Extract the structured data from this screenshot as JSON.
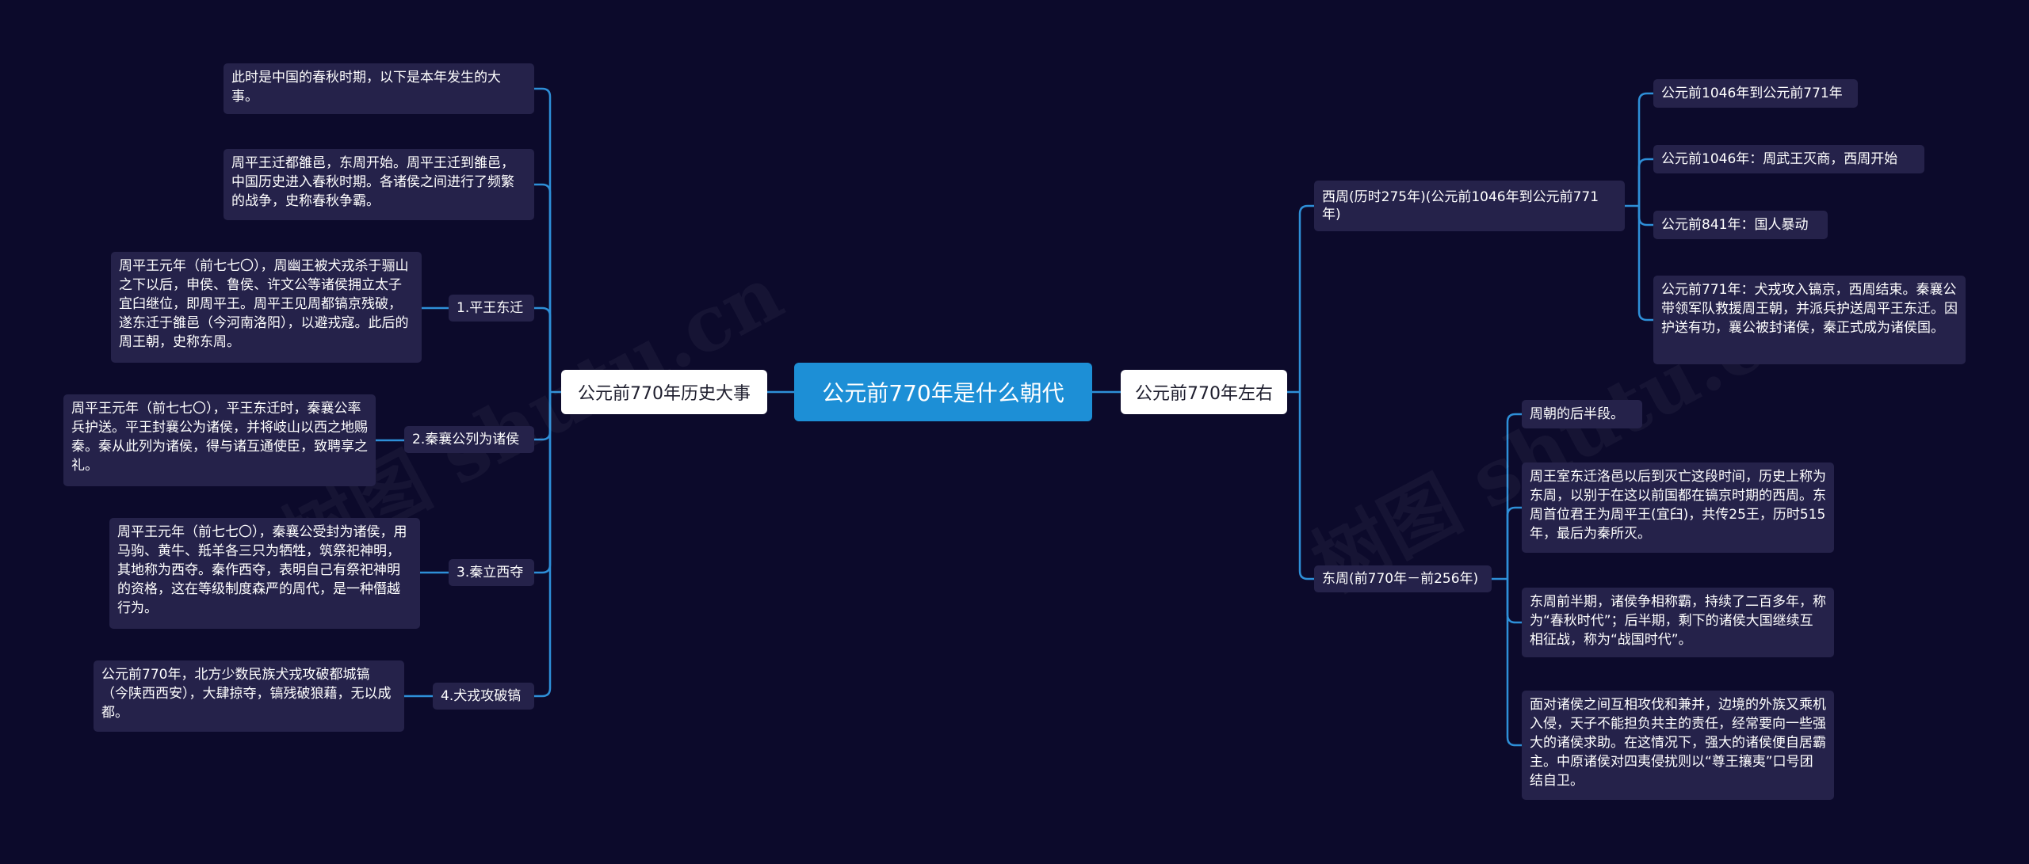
{
  "watermark": "树图 shutu.cn",
  "root": {
    "label": "公元前770年是什么朝代"
  },
  "left": {
    "label": "公元前770年历史大事",
    "top_note": "此时是中国的春秋时期，以下是本年发生的大事。",
    "second_note": "周平王迁都雒邑，东周开始。周平王迁到雒邑，中国历史进入春秋时期。各诸侯之间进行了频繁的战争，史称春秋争霸。",
    "items": [
      {
        "label": "1.平王东迁",
        "detail": "周平王元年（前七七〇），周幽王被犬戎杀于骊山之下以后，申侯、鲁侯、许文公等诸侯拥立太子宜臼继位，即周平王。周平王见周都镐京残破，遂东迁于雒邑（今河南洛阳），以避戎寇。此后的周王朝，史称东周。"
      },
      {
        "label": "2.秦襄公列为诸侯",
        "detail": "周平王元年（前七七〇），平王东迁时，秦襄公率兵护送。平王封襄公为诸侯，并将岐山以西之地赐秦。秦从此列为诸侯，得与诸互通使臣，致聘享之礼。"
      },
      {
        "label": "3.秦立西夺",
        "detail": "周平王元年（前七七〇），秦襄公受封为诸侯，用马驹、黄牛、羝羊各三只为牺牲，筑祭祀神明，其地称为西夺。秦作西夺，表明自己有祭祀神明的资格，这在等级制度森严的周代，是一种僭越行为。"
      },
      {
        "label": "4.犬戎攻破镐",
        "detail": "公元前770年，北方少数民族犬戎攻破都城镐（今陕西西安），大肆掠夺，镐残破狼藉，无以成都。"
      }
    ]
  },
  "right": {
    "label": "公元前770年左右",
    "western": {
      "label": "西周(历时275年)(公元前1046年到公元前771年)",
      "items": [
        "公元前1046年到公元前771年",
        "公元前1046年：周武王灭商，西周开始",
        "公元前841年：国人暴动",
        "公元前771年：犬戎攻入镐京，西周结束。秦襄公带领军队救援周王朝，并派兵护送周平王东迁。因护送有功，襄公被封诸侯，秦正式成为诸侯国。"
      ]
    },
    "eastern": {
      "label": "东周(前770年－前256年)",
      "items": [
        "周朝的后半段。",
        "周王室东迁洛邑以后到灭亡这段时间，历史上称为东周，以别于在这以前国都在镐京时期的西周。东周首位君王为周平王(宜臼)，共传25王，历时515年，最后为秦所灭。",
        "东周前半期，诸侯争相称霸，持续了二百多年，称为“春秋时代”；后半期，剩下的诸侯大国继续互相征战，称为“战国时代”。",
        "面对诸侯之间互相攻伐和兼并，边境的外族又乘机入侵，天子不能担负共主的责任，经常要向一些强大的诸侯求助。在这情况下，强大的诸侯便自居霸主。中原诸侯对四夷侵扰则以“尊王攘夷”口号团结自卫。"
      ]
    }
  },
  "colors": {
    "background": "#0c0a2b",
    "root": "#1d8fd6",
    "node": "#25224a",
    "line": "#2e8fd8"
  }
}
